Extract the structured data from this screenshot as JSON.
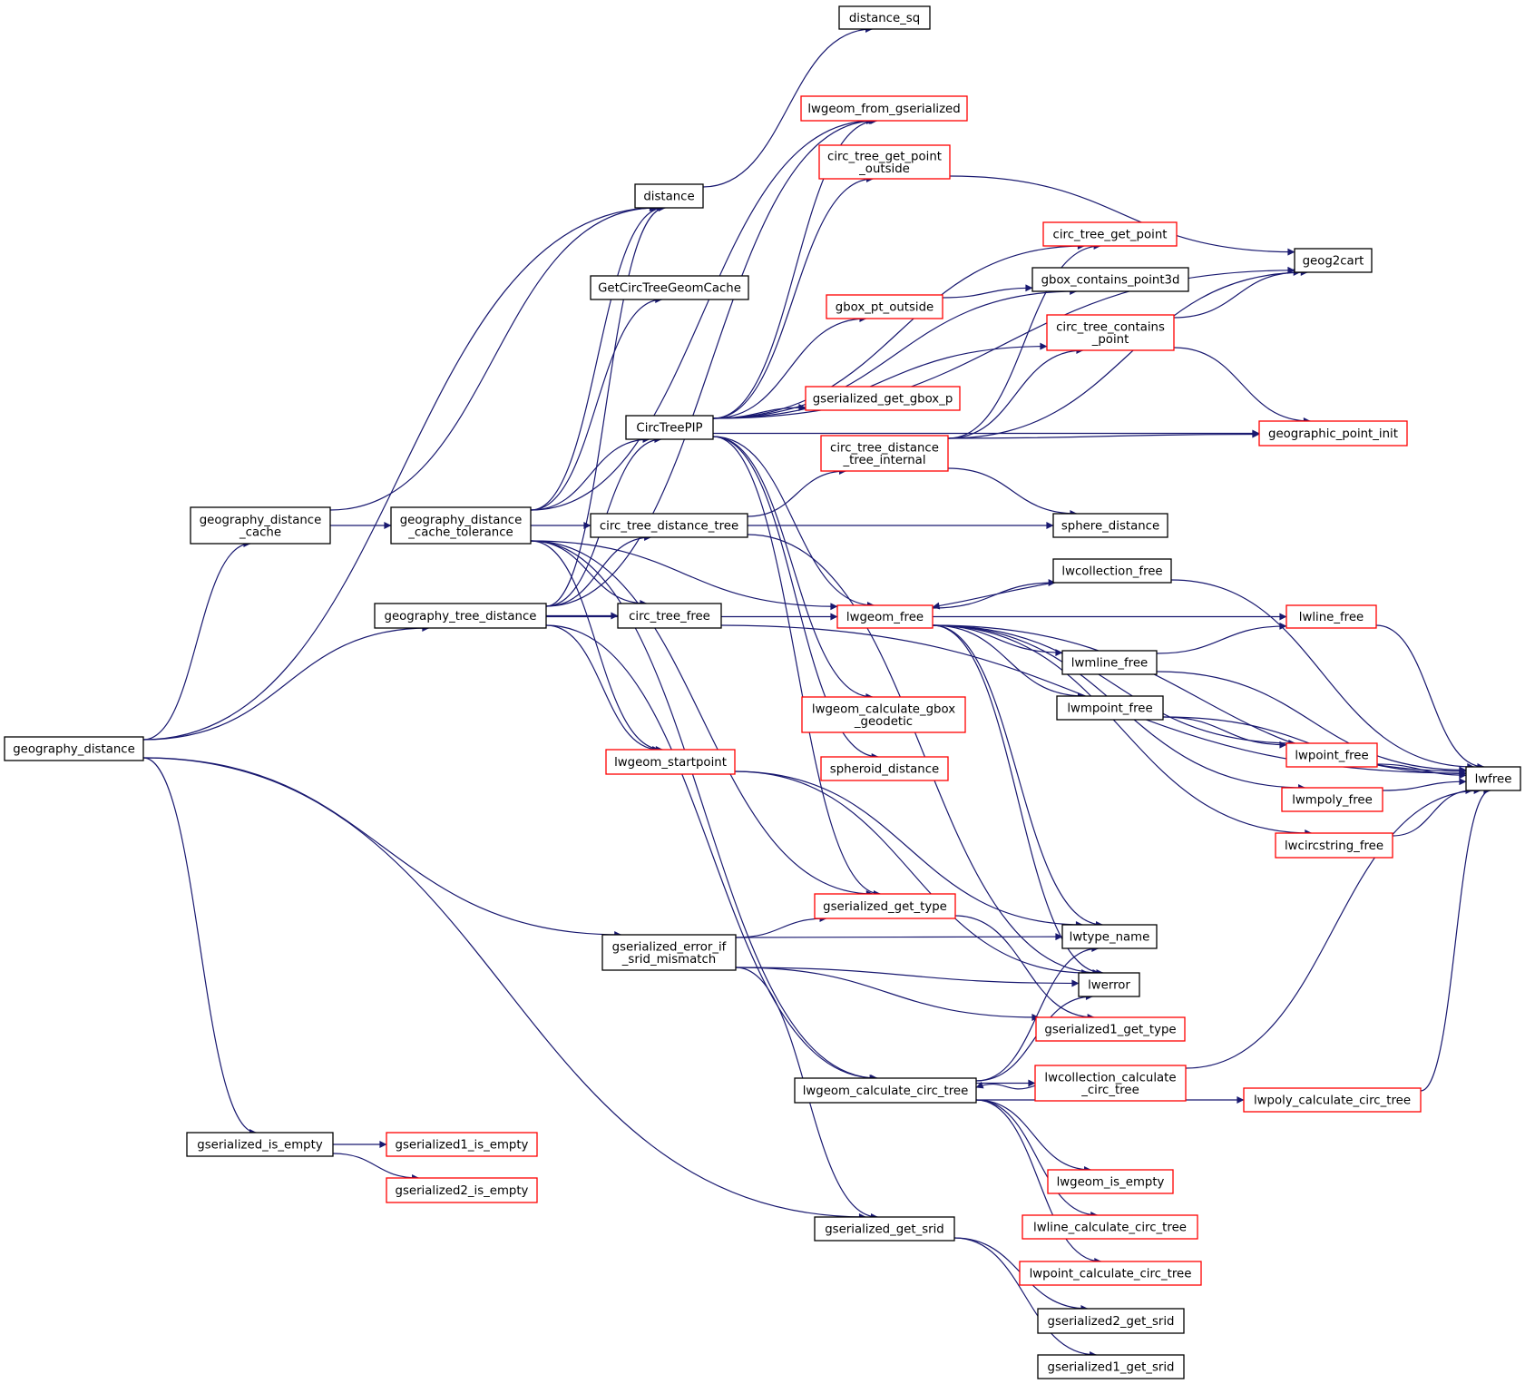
{
  "colors": {
    "edge": "#191970",
    "root_fill": "#bfbfbf",
    "border_plain": "#000000",
    "border_truncated": "#ff0000",
    "background": "#ffffff"
  },
  "nodes": [
    {
      "id": "geography_distance",
      "lines": [
        "geography_distance"
      ],
      "truncated": false,
      "root": true
    },
    {
      "id": "distance",
      "lines": [
        "distance"
      ],
      "truncated": false
    },
    {
      "id": "geography_distance_cache",
      "lines": [
        "geography_distance",
        "_cache"
      ],
      "truncated": false
    },
    {
      "id": "geography_tree_distance",
      "lines": [
        "geography_tree_distance"
      ],
      "truncated": false
    },
    {
      "id": "gserialized_error_if_srid_mismatch",
      "lines": [
        "gserialized_error_if",
        "_srid_mismatch"
      ],
      "truncated": false
    },
    {
      "id": "gserialized_get_srid",
      "lines": [
        "gserialized_get_srid"
      ],
      "truncated": false
    },
    {
      "id": "gserialized_is_empty",
      "lines": [
        "gserialized_is_empty"
      ],
      "truncated": false
    },
    {
      "id": "distance_sq",
      "lines": [
        "distance_sq"
      ],
      "truncated": false
    },
    {
      "id": "geography_distance_cache_tolerance",
      "lines": [
        "geography_distance",
        "_cache_tolerance"
      ],
      "truncated": false
    },
    {
      "id": "circ_tree_distance_tree",
      "lines": [
        "circ_tree_distance_tree"
      ],
      "truncated": false
    },
    {
      "id": "CircTreePIP",
      "lines": [
        "CircTreePIP"
      ],
      "truncated": false
    },
    {
      "id": "circ_tree_free",
      "lines": [
        "circ_tree_free"
      ],
      "truncated": false
    },
    {
      "id": "GetCircTreeGeomCache",
      "lines": [
        "GetCircTreeGeomCache"
      ],
      "truncated": false
    },
    {
      "id": "gserialized_get_type",
      "lines": [
        "gserialized_get_type"
      ],
      "truncated": true
    },
    {
      "id": "lwgeom_calculate_circ_tree",
      "lines": [
        "lwgeom_calculate_circ_tree"
      ],
      "truncated": false
    },
    {
      "id": "lwgeom_free",
      "lines": [
        "lwgeom_free"
      ],
      "truncated": true
    },
    {
      "id": "lwgeom_from_gserialized",
      "lines": [
        "lwgeom_from_gserialized"
      ],
      "truncated": true
    },
    {
      "id": "lwgeom_startpoint",
      "lines": [
        "lwgeom_startpoint"
      ],
      "truncated": true
    },
    {
      "id": "circ_tree_distance_tree_internal",
      "lines": [
        "circ_tree_distance",
        "_tree_internal"
      ],
      "truncated": true
    },
    {
      "id": "sphere_distance",
      "lines": [
        "sphere_distance"
      ],
      "truncated": false
    },
    {
      "id": "circ_tree_contains_point",
      "lines": [
        "circ_tree_contains",
        "_point"
      ],
      "truncated": true
    },
    {
      "id": "circ_tree_get_point_outside",
      "lines": [
        "circ_tree_get_point",
        "_outside"
      ],
      "truncated": true
    },
    {
      "id": "gbox_contains_point3d",
      "lines": [
        "gbox_contains_point3d"
      ],
      "truncated": false
    },
    {
      "id": "gbox_pt_outside",
      "lines": [
        "gbox_pt_outside"
      ],
      "truncated": true
    },
    {
      "id": "geog2cart",
      "lines": [
        "geog2cart"
      ],
      "truncated": false
    },
    {
      "id": "geographic_point_init",
      "lines": [
        "geographic_point_init"
      ],
      "truncated": true
    },
    {
      "id": "gserialized_get_gbox_p",
      "lines": [
        "gserialized_get_gbox_p"
      ],
      "truncated": true
    },
    {
      "id": "lwgeom_calculate_gbox_geodetic",
      "lines": [
        "lwgeom_calculate_gbox",
        "_geodetic"
      ],
      "truncated": true
    },
    {
      "id": "spheroid_distance",
      "lines": [
        "spheroid_distance"
      ],
      "truncated": true
    },
    {
      "id": "circ_tree_get_point",
      "lines": [
        "circ_tree_get_point"
      ],
      "truncated": true
    },
    {
      "id": "lwerror",
      "lines": [
        "lwerror"
      ],
      "truncated": false
    },
    {
      "id": "gserialized1_get_type",
      "lines": [
        "gserialized1_get_type"
      ],
      "truncated": true
    },
    {
      "id": "lwcollection_calculate_circ_tree",
      "lines": [
        "lwcollection_calculate",
        "_circ_tree"
      ],
      "truncated": true
    },
    {
      "id": "lwgeom_is_empty",
      "lines": [
        "lwgeom_is_empty"
      ],
      "truncated": true
    },
    {
      "id": "lwline_calculate_circ_tree",
      "lines": [
        "lwline_calculate_circ_tree"
      ],
      "truncated": true
    },
    {
      "id": "lwpoint_calculate_circ_tree",
      "lines": [
        "lwpoint_calculate_circ_tree"
      ],
      "truncated": true
    },
    {
      "id": "lwpoly_calculate_circ_tree",
      "lines": [
        "lwpoly_calculate_circ_tree"
      ],
      "truncated": true
    },
    {
      "id": "lwtype_name",
      "lines": [
        "lwtype_name"
      ],
      "truncated": false
    },
    {
      "id": "lwfree",
      "lines": [
        "lwfree"
      ],
      "truncated": false
    },
    {
      "id": "lwcircstring_free",
      "lines": [
        "lwcircstring_free"
      ],
      "truncated": true
    },
    {
      "id": "lwcollection_free",
      "lines": [
        "lwcollection_free"
      ],
      "truncated": false
    },
    {
      "id": "lwline_free",
      "lines": [
        "lwline_free"
      ],
      "truncated": true
    },
    {
      "id": "lwmline_free",
      "lines": [
        "lwmline_free"
      ],
      "truncated": false
    },
    {
      "id": "lwmpoint_free",
      "lines": [
        "lwmpoint_free"
      ],
      "truncated": false
    },
    {
      "id": "lwmpoly_free",
      "lines": [
        "lwmpoly_free"
      ],
      "truncated": true
    },
    {
      "id": "lwpoint_free",
      "lines": [
        "lwpoint_free"
      ],
      "truncated": true
    },
    {
      "id": "gserialized2_get_srid",
      "lines": [
        "gserialized2_get_srid"
      ],
      "truncated": false
    },
    {
      "id": "gserialized1_get_srid",
      "lines": [
        "gserialized1_get_srid"
      ],
      "truncated": false
    },
    {
      "id": "gserialized1_is_empty",
      "lines": [
        "gserialized1_is_empty"
      ],
      "truncated": true
    },
    {
      "id": "gserialized2_is_empty",
      "lines": [
        "gserialized2_is_empty"
      ],
      "truncated": true
    }
  ],
  "edges": [
    [
      "geography_distance",
      "distance"
    ],
    [
      "geography_distance",
      "geography_distance_cache"
    ],
    [
      "geography_distance",
      "geography_tree_distance"
    ],
    [
      "geography_distance",
      "gserialized_error_if_srid_mismatch"
    ],
    [
      "geography_distance",
      "gserialized_get_srid"
    ],
    [
      "geography_distance",
      "gserialized_is_empty"
    ],
    [
      "distance",
      "distance_sq"
    ],
    [
      "geography_distance_cache",
      "distance"
    ],
    [
      "geography_distance_cache",
      "geography_distance_cache_tolerance"
    ],
    [
      "geography_distance_cache_tolerance",
      "circ_tree_distance_tree"
    ],
    [
      "geography_distance_cache_tolerance",
      "CircTreePIP"
    ],
    [
      "geography_distance_cache_tolerance",
      "circ_tree_free"
    ],
    [
      "geography_distance_cache_tolerance",
      "distance"
    ],
    [
      "geography_distance_cache_tolerance",
      "GetCircTreeGeomCache"
    ],
    [
      "geography_distance_cache_tolerance",
      "gserialized_get_type"
    ],
    [
      "geography_distance_cache_tolerance",
      "lwgeom_calculate_circ_tree"
    ],
    [
      "geography_distance_cache_tolerance",
      "lwgeom_free"
    ],
    [
      "geography_distance_cache_tolerance",
      "lwgeom_from_gserialized"
    ],
    [
      "geography_distance_cache_tolerance",
      "lwgeom_startpoint"
    ],
    [
      "circ_tree_distance_tree",
      "circ_tree_distance_tree_internal"
    ],
    [
      "circ_tree_distance_tree",
      "lwerror"
    ],
    [
      "circ_tree_distance_tree",
      "sphere_distance"
    ],
    [
      "circ_tree_distance_tree_internal",
      "circ_tree_contains_point"
    ],
    [
      "circ_tree_distance_tree_internal",
      "circ_tree_get_point"
    ],
    [
      "circ_tree_distance_tree_internal",
      "geog2cart"
    ],
    [
      "circ_tree_distance_tree_internal",
      "geographic_point_init"
    ],
    [
      "circ_tree_distance_tree_internal",
      "sphere_distance"
    ],
    [
      "circ_tree_contains_point",
      "geog2cart"
    ],
    [
      "circ_tree_contains_point",
      "geographic_point_init"
    ],
    [
      "circ_tree_get_point_outside",
      "geog2cart"
    ],
    [
      "gbox_pt_outside",
      "gbox_contains_point3d"
    ],
    [
      "CircTreePIP",
      "circ_tree_contains_point"
    ],
    [
      "CircTreePIP",
      "circ_tree_get_point"
    ],
    [
      "CircTreePIP",
      "circ_tree_get_point_outside"
    ],
    [
      "CircTreePIP",
      "gbox_contains_point3d"
    ],
    [
      "CircTreePIP",
      "gbox_pt_outside"
    ],
    [
      "CircTreePIP",
      "geog2cart"
    ],
    [
      "CircTreePIP",
      "geographic_point_init"
    ],
    [
      "CircTreePIP",
      "gserialized_get_gbox_p"
    ],
    [
      "CircTreePIP",
      "gserialized_get_type"
    ],
    [
      "CircTreePIP",
      "lwgeom_calculate_gbox_geodetic"
    ],
    [
      "CircTreePIP",
      "lwgeom_free"
    ],
    [
      "CircTreePIP",
      "lwgeom_from_gserialized"
    ],
    [
      "CircTreePIP",
      "spheroid_distance"
    ],
    [
      "circ_tree_free",
      "lwfree"
    ],
    [
      "gserialized_get_type",
      "gserialized1_get_type"
    ],
    [
      "lwgeom_calculate_circ_tree",
      "lwcollection_calculate_circ_tree"
    ],
    [
      "lwgeom_calculate_circ_tree",
      "lwerror"
    ],
    [
      "lwgeom_calculate_circ_tree",
      "lwgeom_is_empty"
    ],
    [
      "lwgeom_calculate_circ_tree",
      "lwline_calculate_circ_tree"
    ],
    [
      "lwgeom_calculate_circ_tree",
      "lwpoint_calculate_circ_tree"
    ],
    [
      "lwgeom_calculate_circ_tree",
      "lwpoly_calculate_circ_tree"
    ],
    [
      "lwgeom_calculate_circ_tree",
      "lwtype_name"
    ],
    [
      "lwcollection_calculate_circ_tree",
      "lwgeom_calculate_circ_tree"
    ],
    [
      "lwcollection_calculate_circ_tree",
      "lwfree"
    ],
    [
      "lwpoly_calculate_circ_tree",
      "lwfree"
    ],
    [
      "lwgeom_free",
      "lwcircstring_free"
    ],
    [
      "lwgeom_free",
      "lwcollection_free"
    ],
    [
      "lwgeom_free",
      "lwerror"
    ],
    [
      "lwgeom_free",
      "lwfree"
    ],
    [
      "lwgeom_free",
      "lwline_free"
    ],
    [
      "lwgeom_free",
      "lwmline_free"
    ],
    [
      "lwgeom_free",
      "lwmpoint_free"
    ],
    [
      "lwgeom_free",
      "lwmpoly_free"
    ],
    [
      "lwgeom_free",
      "lwpoint_free"
    ],
    [
      "lwgeom_free",
      "lwtype_name"
    ],
    [
      "lwcircstring_free",
      "lwfree"
    ],
    [
      "lwcollection_free",
      "lwfree"
    ],
    [
      "lwcollection_free",
      "lwgeom_free"
    ],
    [
      "lwline_free",
      "lwfree"
    ],
    [
      "lwmline_free",
      "lwfree"
    ],
    [
      "lwmline_free",
      "lwline_free"
    ],
    [
      "lwmpoint_free",
      "lwfree"
    ],
    [
      "lwmpoint_free",
      "lwpoint_free"
    ],
    [
      "lwmpoly_free",
      "lwfree"
    ],
    [
      "lwpoint_free",
      "lwfree"
    ],
    [
      "lwgeom_startpoint",
      "lwerror"
    ],
    [
      "lwgeom_startpoint",
      "lwtype_name"
    ],
    [
      "geography_tree_distance",
      "circ_tree_distance_tree"
    ],
    [
      "geography_tree_distance",
      "CircTreePIP"
    ],
    [
      "geography_tree_distance",
      "circ_tree_free"
    ],
    [
      "geography_tree_distance",
      "distance"
    ],
    [
      "geography_tree_distance",
      "lwgeom_calculate_circ_tree"
    ],
    [
      "geography_tree_distance",
      "lwgeom_free"
    ],
    [
      "geography_tree_distance",
      "lwgeom_from_gserialized"
    ],
    [
      "geography_tree_distance",
      "lwgeom_startpoint"
    ],
    [
      "gserialized_error_if_srid_mismatch",
      "gserialized1_get_type"
    ],
    [
      "gserialized_error_if_srid_mismatch",
      "gserialized_get_srid"
    ],
    [
      "gserialized_error_if_srid_mismatch",
      "gserialized_get_type"
    ],
    [
      "gserialized_error_if_srid_mismatch",
      "lwerror"
    ],
    [
      "gserialized_error_if_srid_mismatch",
      "lwtype_name"
    ],
    [
      "gserialized_get_srid",
      "gserialized1_get_srid"
    ],
    [
      "gserialized_get_srid",
      "gserialized2_get_srid"
    ],
    [
      "gserialized_is_empty",
      "gserialized1_is_empty"
    ],
    [
      "gserialized_is_empty",
      "gserialized2_is_empty"
    ]
  ]
}
